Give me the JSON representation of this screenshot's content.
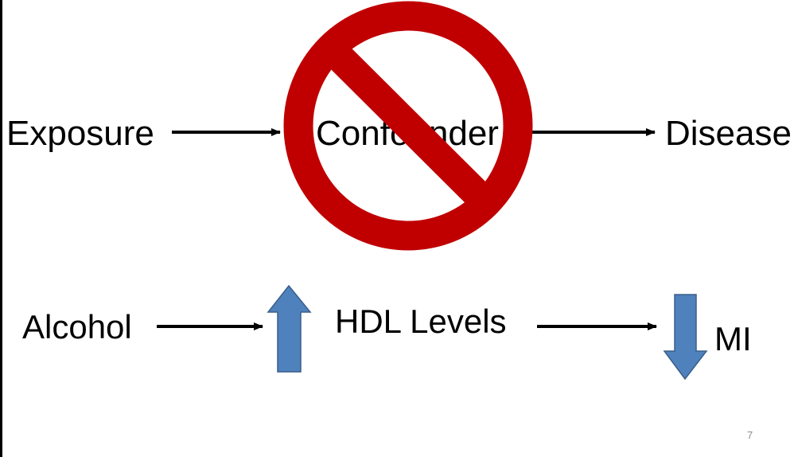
{
  "slide": {
    "page_number": "7",
    "top_row": {
      "exposure": "Exposure",
      "confounder": "Confounder",
      "disease": "Disease"
    },
    "bottom_row": {
      "alcohol": "Alcohol",
      "hdl_levels": "HDL Levels",
      "mi": "MI"
    }
  },
  "colors": {
    "prohibition_red": "#C00000",
    "block_arrow_fill": "#4F81BD",
    "block_arrow_stroke": "#3A5F8A",
    "line_arrow": "#000000"
  },
  "icons": {
    "prohibition": "no-entry-icon",
    "increase": "up-block-arrow-icon",
    "decrease": "down-block-arrow-icon"
  }
}
